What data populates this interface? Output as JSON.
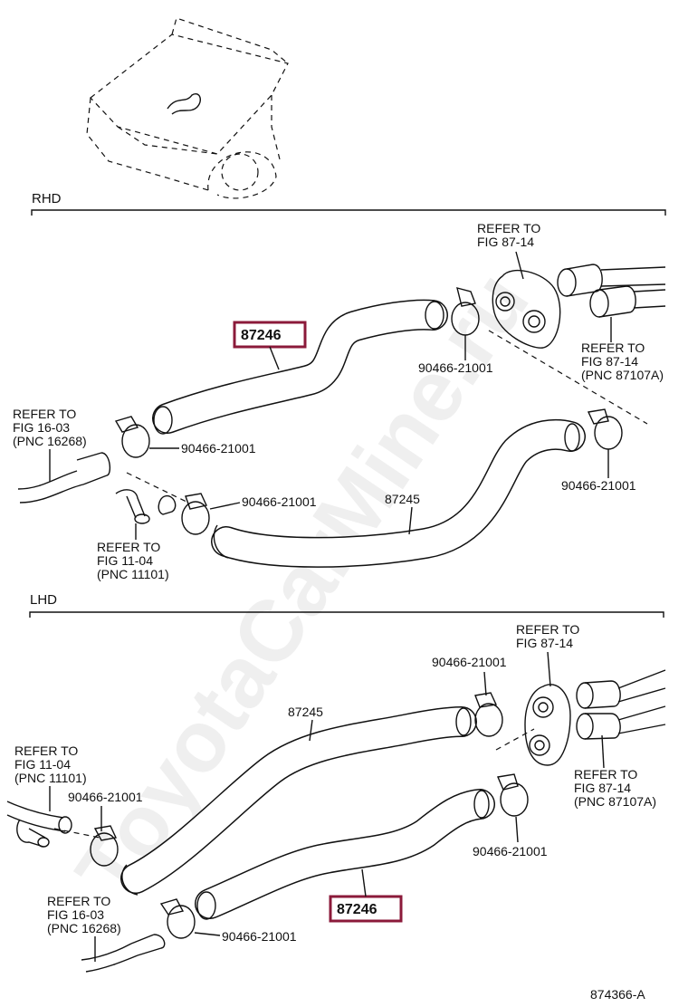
{
  "sections": {
    "rhd": "RHD",
    "lhd": "LHD"
  },
  "rhd": {
    "hose_upper": "87246",
    "hose_lower": "87245",
    "clamp_1": "90466-21001",
    "clamp_2": "90466-21001",
    "clamp_3": "90466-21001",
    "clamp_4": "90466-21001",
    "ref_top": [
      "REFER TO",
      "FIG 87-14"
    ],
    "ref_right": [
      "REFER TO",
      "FIG 87-14",
      "(PNC 87107A)"
    ],
    "ref_left": [
      "REFER TO",
      "FIG 16-03",
      "(PNC 16268)"
    ],
    "ref_mid": [
      "REFER TO",
      "FIG 11-04",
      "(PNC 11101)"
    ]
  },
  "lhd": {
    "hose_upper": "87245",
    "hose_lower": "87246",
    "clamp_1": "90466-21001",
    "clamp_2": "90466-21001",
    "clamp_3": "90466-21001",
    "clamp_4": "90466-21001",
    "ref_top": [
      "REFER TO",
      "FIG 87-14"
    ],
    "ref_right": [
      "REFER TO",
      "FIG 87-14",
      "(PNC 87107A)"
    ],
    "ref_left_top": [
      "REFER TO",
      "FIG 11-04",
      "(PNC 11101)"
    ],
    "ref_left_bottom": [
      "REFER TO",
      "FIG 16-03",
      "(PNC 16268)"
    ]
  },
  "figure_number": "874366-A",
  "watermark": "ToyotaCarMine.ru",
  "colors": {
    "highlight": "#8b1a3a",
    "ink": "#111111"
  }
}
